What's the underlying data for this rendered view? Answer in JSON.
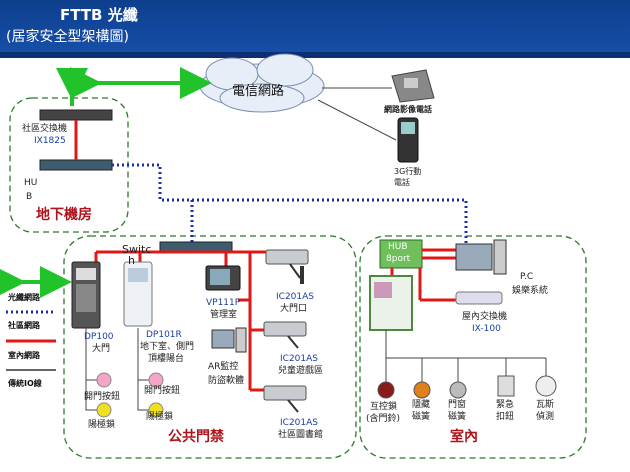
{
  "header": {
    "title": "FTTB 光纖",
    "subtitle": "(居家安全型架構圖)"
  },
  "cloud": {
    "label": "電信網路"
  },
  "devices": {
    "community_switch": "社區交換機",
    "ix1825": "IX1825",
    "hub": "HU",
    "hub_b": "B",
    "video_phone": "網路影像電話",
    "mobile": "3G行動",
    "mobile2": "電話",
    "switch_label": "Switc",
    "switch_label2": "h",
    "hub8": "HUB",
    "hub8_2": "8port",
    "pc": "P.C",
    "pc2": "娛樂系統",
    "indoor_switch": "屋內交換機",
    "ix100": "IX-100"
  },
  "areas": {
    "basement": "地下機房",
    "public": "公共門禁",
    "indoor": "室內"
  },
  "public_devices": {
    "dp100": "DP100",
    "dp100_sub": "大門",
    "dp101r": "DP101R",
    "dp101r_sub1": "地下室、側門",
    "dp101r_sub2": "頂樓陽台",
    "vp111p": "VP111P",
    "vp111p_sub": "管理室",
    "ar": "AR監控",
    "ar_sub": "防盜軟體",
    "cam1": "IC201AS",
    "cam1_sub": "大門口",
    "cam2": "IC201AS",
    "cam2_sub": "兒童遊戲區",
    "cam3": "IC201AS",
    "cam3_sub": "社區圖書館",
    "btn1": "開門按鈕",
    "lock1": "陽極鎖",
    "btn2": "開門按鈕",
    "lock2": "陽極鎖"
  },
  "indoor_devices": {
    "s1a": "互控鎖",
    "s1b": "(含門鈴)",
    "s2a": "隱藏",
    "s2b": "磁簧",
    "s3a": "門窗",
    "s3b": "磁簧",
    "s4a": "緊急",
    "s4b": "扣鈕",
    "s5a": "瓦斯",
    "s5b": "偵測"
  },
  "legend": {
    "fiber": "光纖網路",
    "community_net": "社區網路",
    "indoor_net": "室內網路",
    "io": "傳統IO線"
  },
  "colors": {
    "header": "#0d3f8c",
    "fiber": "#22c22a",
    "community": "#1a2fb0",
    "indoor": "#e01818",
    "io": "#444444"
  }
}
